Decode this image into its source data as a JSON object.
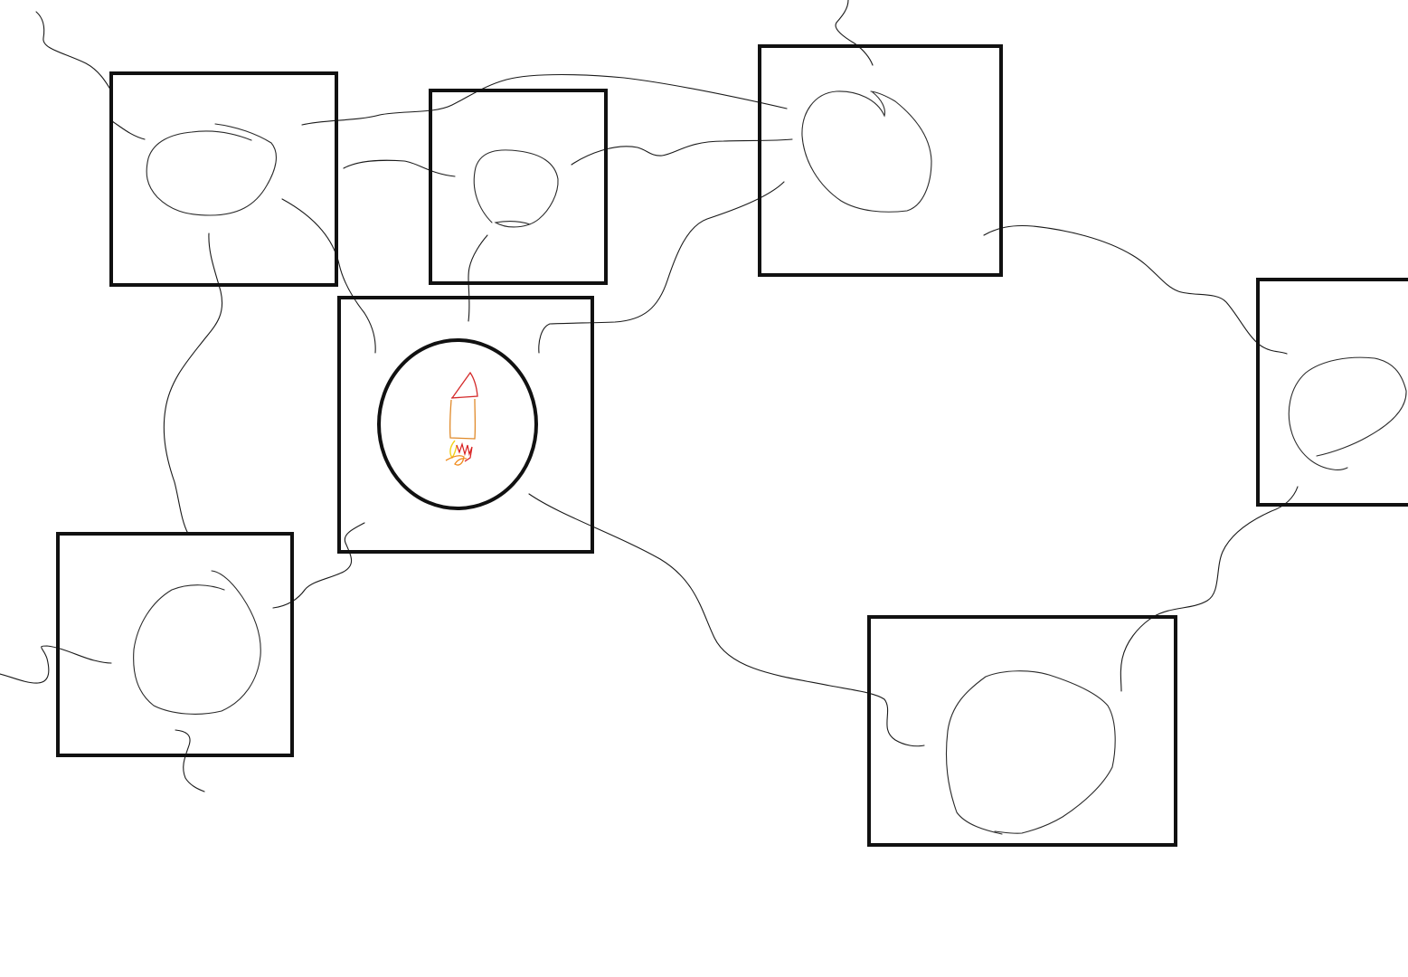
{
  "diagram": {
    "nodes": [
      {
        "id": "node-top-left",
        "kind": "room",
        "contains": "planet"
      },
      {
        "id": "node-top-middle",
        "kind": "room",
        "contains": "planet"
      },
      {
        "id": "node-top-right",
        "kind": "room",
        "contains": "planet"
      },
      {
        "id": "node-center",
        "kind": "room",
        "contains": "planet-with-rocket"
      },
      {
        "id": "node-bottom-left",
        "kind": "room",
        "contains": "planet"
      },
      {
        "id": "node-right-edge",
        "kind": "room",
        "contains": "planet"
      },
      {
        "id": "node-bottom-right",
        "kind": "room",
        "contains": "planet"
      }
    ],
    "colors": {
      "outline": "#111111",
      "line": "#1a1a1a",
      "rocket_nose": "#d42a2a",
      "rocket_body": "#e08a2a",
      "flame_yellow": "#f2d21a",
      "flame_orange": "#f08a1a",
      "flame_red": "#d81e1e",
      "background": "#ffffff"
    }
  }
}
